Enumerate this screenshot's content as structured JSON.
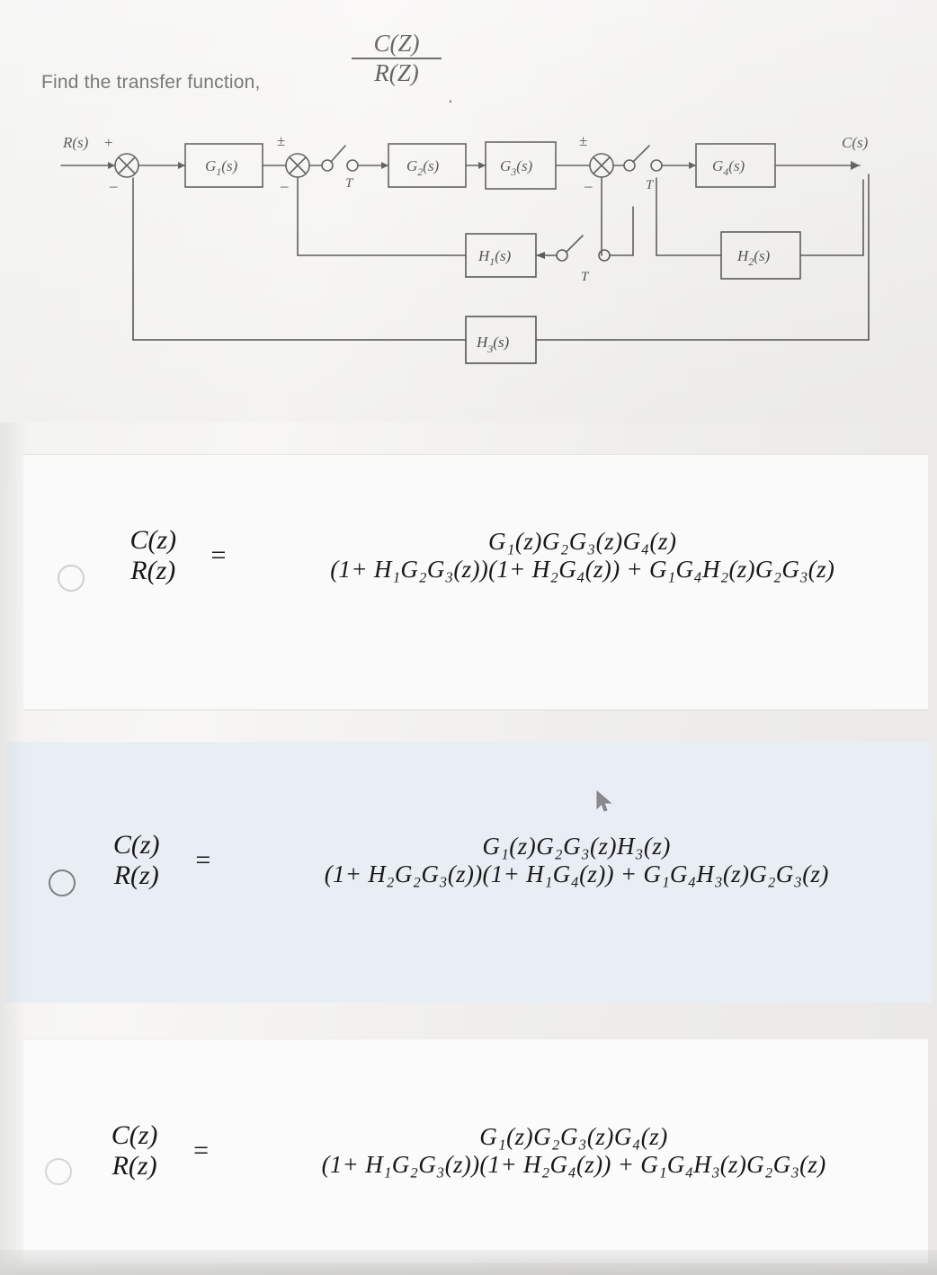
{
  "question": {
    "prompt": "Find the transfer function,",
    "fraction_numerator": "C(Z)",
    "fraction_denominator": "R(Z)",
    "trailing_punctuation": "."
  },
  "diagram": {
    "name": "sampled-data-block-diagram",
    "input_label": "R(s)",
    "output_label": "C(s)",
    "sampler_label": "T",
    "plus": "+",
    "minus": "–",
    "pm": "±",
    "blocks": [
      {
        "id": "G1",
        "label": "G",
        "sub": "1",
        "arg": "(s)"
      },
      {
        "id": "G2",
        "label": "G",
        "sub": "2",
        "arg": "(s)"
      },
      {
        "id": "G3",
        "label": "G",
        "sub": "3",
        "arg": "(s)"
      },
      {
        "id": "G4",
        "label": "G",
        "sub": "4",
        "arg": "(s)"
      },
      {
        "id": "H1",
        "label": "H",
        "sub": "1",
        "arg": "(s)"
      },
      {
        "id": "H2",
        "label": "H",
        "sub": "2",
        "arg": "(s)"
      },
      {
        "id": "H3",
        "label": "H",
        "sub": "3",
        "arg": "(s)"
      }
    ]
  },
  "options": [
    {
      "id": "option-0",
      "selected": false,
      "lhs_num": "C(z)",
      "lhs_den": "R(z)",
      "numerator": "G₁(z)G₂G₃(z)G₄(z)",
      "denominator": "(1+ H₁G₂G₃(z))(1+ H₂G₄(z)) + G₁G₄H₂(z)G₂G₃(z)"
    },
    {
      "id": "option-1",
      "selected": false,
      "lhs_num": "C(z)",
      "lhs_den": "R(z)",
      "numerator": "G₁(z)G₂G₃(z)H₃(z)",
      "denominator": "(1+ H₂G₂G₃(z))(1+ H₁G₄(z)) + G₁G₄H₃(z)G₂G₃(z)"
    },
    {
      "id": "option-2",
      "selected": false,
      "lhs_num": "C(z)",
      "lhs_den": "R(z)",
      "numerator": "G₁(z)G₂G₃(z)G₄(z)",
      "denominator": "(1+ H₁G₂G₃(z))(1+ H₂G₄(z)) + G₁G₄H₃(z)G₂G₃(z)"
    }
  ],
  "equals_sign": "="
}
